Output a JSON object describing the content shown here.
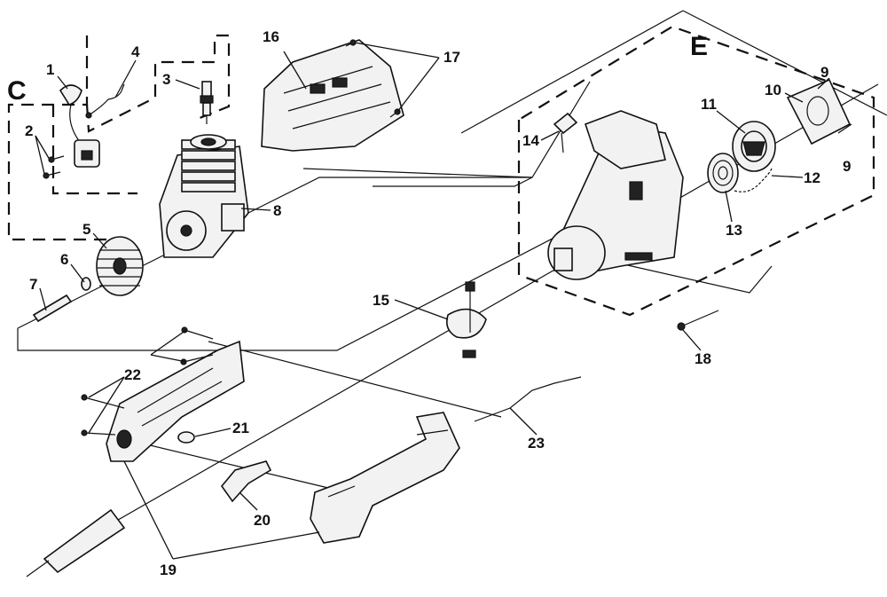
{
  "sections": {
    "c": "C",
    "e": "E"
  },
  "callouts": {
    "n1": "1",
    "n2": "2",
    "n3": "3",
    "n4": "4",
    "n5": "5",
    "n6": "6",
    "n7": "7",
    "n8": "8",
    "n9a": "9",
    "n9b": "9",
    "n10": "10",
    "n11": "11",
    "n12": "12",
    "n13": "13",
    "n14": "14",
    "n15": "15",
    "n16": "16",
    "n17": "17",
    "n18": "18",
    "n19": "19",
    "n20": "20",
    "n21": "21",
    "n22": "22",
    "n23": "23"
  }
}
